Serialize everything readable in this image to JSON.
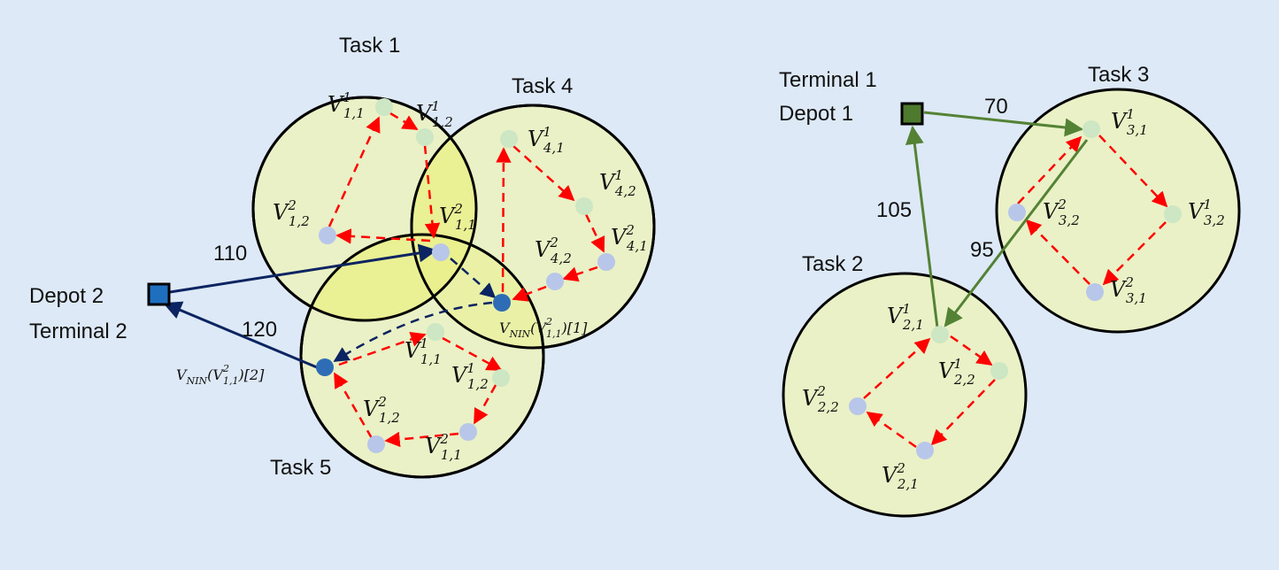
{
  "left_panel": {
    "tasks": {
      "task1": "Task 1",
      "task4": "Task 4",
      "task5": "Task 5"
    },
    "depot2": {
      "line1": "Depot 2",
      "line2": "Terminal 2"
    },
    "edge_costs": {
      "to_v11_2": "110",
      "from_nin2": "120"
    },
    "nin_labels": {
      "first": {
        "base": "V",
        "sub": "NIN",
        "arg_sup": "2",
        "arg_sub": "1,1",
        "index": "[1]"
      },
      "second": {
        "base": "V",
        "sub": "NIN",
        "arg_sup": "2",
        "arg_sub": "1,1",
        "index": "[2]"
      }
    },
    "vertices": [
      {
        "id": "t1-v11-1",
        "sup": "1",
        "sub": "1,1"
      },
      {
        "id": "t1-v12-1",
        "sup": "1",
        "sub": "1,2"
      },
      {
        "id": "t1-v12-2",
        "sup": "2",
        "sub": "1,2"
      },
      {
        "id": "t1-v11-2",
        "sup": "2",
        "sub": "1,1"
      },
      {
        "id": "t4-v41-1",
        "sup": "1",
        "sub": "4,1"
      },
      {
        "id": "t4-v42-1",
        "sup": "1",
        "sub": "4,2"
      },
      {
        "id": "t4-v41-2",
        "sup": "2",
        "sub": "4,1"
      },
      {
        "id": "t4-v42-2",
        "sup": "2",
        "sub": "4,2"
      },
      {
        "id": "t5-v11-1",
        "sup": "1",
        "sub": "1,1"
      },
      {
        "id": "t5-v12-1",
        "sup": "1",
        "sub": "1,2"
      },
      {
        "id": "t5-v12-2",
        "sup": "2",
        "sub": "1,2"
      },
      {
        "id": "t5-v11-2",
        "sup": "2",
        "sub": "1,1"
      }
    ]
  },
  "right_panel": {
    "tasks": {
      "task3": "Task 3",
      "task2": "Task 2"
    },
    "depot1": {
      "line1": "Terminal 1",
      "line2": "Depot 1"
    },
    "edge_costs": {
      "to_task3": "70",
      "to_depot1": "105",
      "task3_to_task2": "95"
    },
    "vertices": [
      {
        "id": "t3-v31-1",
        "sup": "1",
        "sub": "3,1"
      },
      {
        "id": "t3-v32-2",
        "sup": "2",
        "sub": "3,2"
      },
      {
        "id": "t3-v32-1",
        "sup": "1",
        "sub": "3,2"
      },
      {
        "id": "t3-v31-2",
        "sup": "2",
        "sub": "3,1"
      },
      {
        "id": "t2-v21-1",
        "sup": "1",
        "sub": "2,1"
      },
      {
        "id": "t2-v22-1",
        "sup": "1",
        "sub": "2,2"
      },
      {
        "id": "t2-v22-2",
        "sup": "2",
        "sub": "2,2"
      },
      {
        "id": "t2-v21-2",
        "sup": "2",
        "sub": "2,1"
      }
    ]
  },
  "colors": {
    "background": "#dde9f6",
    "task_fill": "#eaf1c6",
    "overlap_fill": "#eaf08e",
    "red_route": "#ff0000",
    "navy_route": "#0c2461",
    "green_route": "#548235",
    "depot2_fill": "#1f6fbf",
    "depot1_fill": "#4e7a2d",
    "vertex_green": "#cde6c4",
    "vertex_blue": "#b8c6ea",
    "vertex_nin": "#2e6db5"
  }
}
